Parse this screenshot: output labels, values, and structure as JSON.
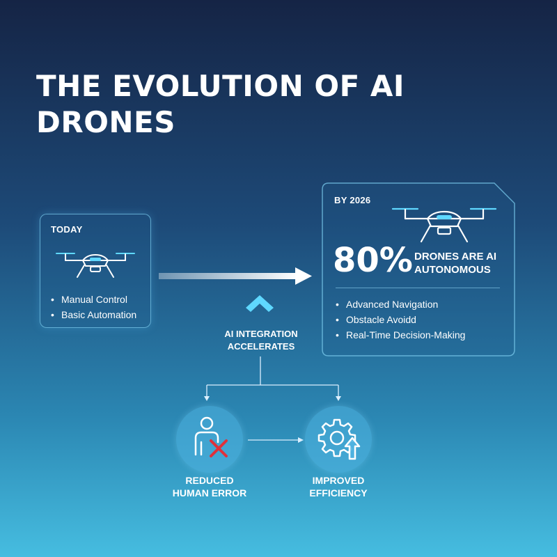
{
  "title": "THE EVOLUTION OF AI DRONES",
  "today": {
    "label": "TODAY",
    "drone_icon": "drone-icon",
    "bullets": [
      "Manual Control",
      "Basic Automation"
    ]
  },
  "future": {
    "label": "BY 2026",
    "drone_icon": "drone-icon",
    "stat_value": "80%",
    "stat_desc_line1": "DRONES ARE AI",
    "stat_desc_line2": "AUTONOMOUS",
    "bullets": [
      "Advanced Navigation",
      "Obstacle Avoidd",
      "Real-Time Decision-Making"
    ]
  },
  "integration": {
    "icon": "chevron-up-icon",
    "line1": "AI INTEGRATION",
    "line2": "ACCELERATES"
  },
  "outcomes": [
    {
      "icon": "person-x-icon",
      "line1": "REDUCED",
      "line2": "HUMAN ERROR"
    },
    {
      "icon": "gear-arrow-up-icon",
      "line1": "IMPROVED",
      "line2": "EFFICIENCY"
    }
  ],
  "colors": {
    "accent_cyan": "#5fd8ff",
    "error_red": "#e0303a",
    "card_border": "#78c8eb"
  }
}
